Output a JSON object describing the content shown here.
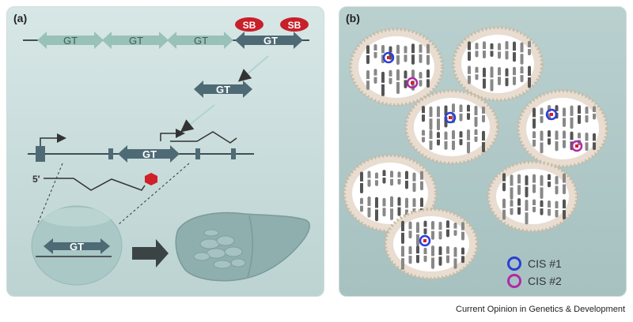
{
  "panel_a": {
    "label": "(a)",
    "transposon_label": "GT",
    "sb_label": "SB",
    "five_prime": "5′"
  },
  "panel_b": {
    "label": "(b)",
    "legend": [
      {
        "label": "CIS #1",
        "color": "#2b3fd6"
      },
      {
        "label": "CIS #2",
        "color": "#b02aa8"
      }
    ]
  },
  "credit": "Current Opinion in Genetics & Development",
  "colors": {
    "gt_light": "#98c1b8",
    "gt_dark": "#4e6a75",
    "sb_red": "#c8202a",
    "cell_fill": "#a9c8c6",
    "liver_fill": "#8faeae"
  }
}
